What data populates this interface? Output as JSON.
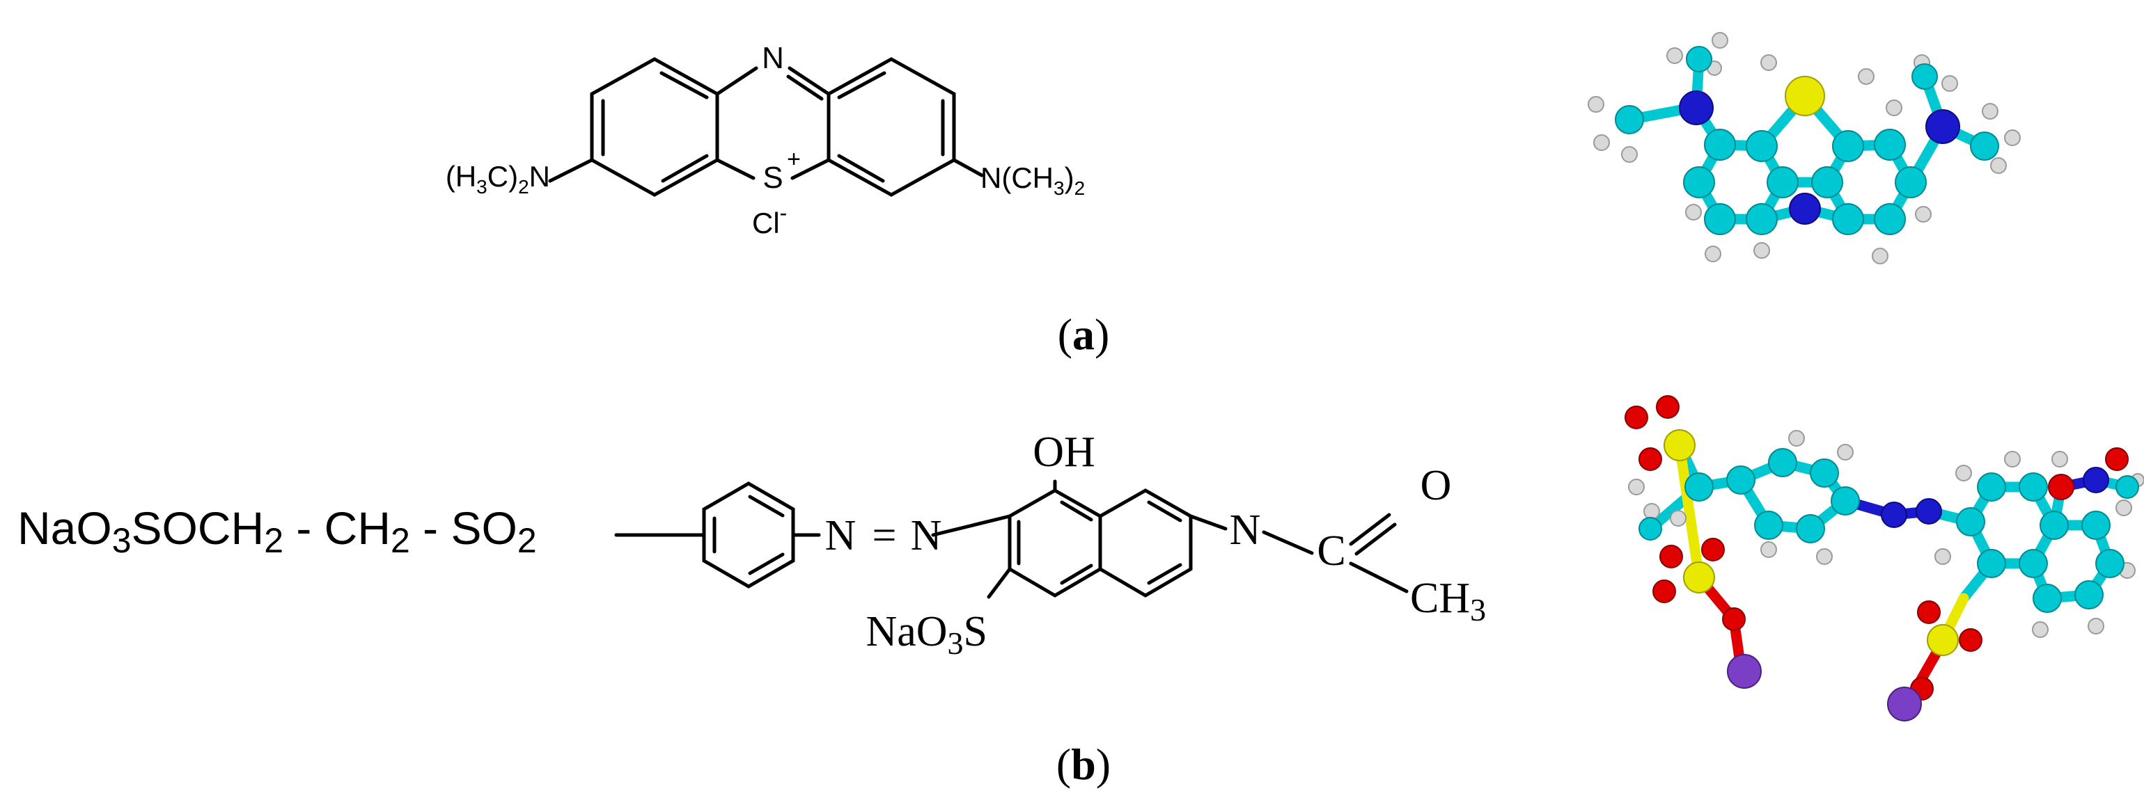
{
  "panel_a": {
    "label": "a",
    "structure": {
      "n_top": "N",
      "s_center": "S",
      "s_charge": "+",
      "left_group": "(H3C)2N",
      "right_group": "N(CH3)2",
      "counter_ion": "Cl",
      "counter_charge": "-"
    },
    "model": {
      "name": "methylene-blue-ball-and-stick",
      "colors": {
        "carbon": "#00c8d2",
        "nitrogen": "#1a1acc",
        "sulfur": "#e8e800",
        "hydrogen": "#d9d9d9"
      }
    }
  },
  "panel_b": {
    "label": "b",
    "structure": {
      "chain_text": "NaO3SOCH2 - CH2 - SO2",
      "azo_left": "N",
      "azo_equals": "=",
      "azo_right": "N",
      "oh": "OH",
      "sulfonate": "NaO3S",
      "amide_n": "N",
      "amide_c": "C",
      "amide_o": "O",
      "methyl": "CH3"
    },
    "model": {
      "name": "reactive-dye-ball-and-stick",
      "colors": {
        "carbon": "#00c8d2",
        "nitrogen": "#1a1acc",
        "oxygen": "#e00000",
        "sulfur": "#e8e800",
        "hydrogen": "#d9d9d9",
        "sodium": "#7b3fc6"
      }
    }
  }
}
